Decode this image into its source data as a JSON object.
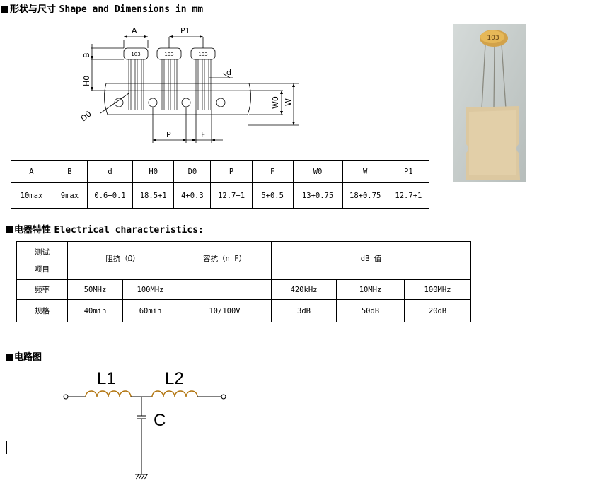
{
  "shape_section": {
    "title_cn": "形状与尺寸",
    "title_en": "Shape and Dimensions in mm"
  },
  "diagram": {
    "part_marking": "103",
    "labels": {
      "A": "A",
      "P1": "P1",
      "B": "B",
      "H0": "H0",
      "d": "d",
      "W0": "W0",
      "W": "W",
      "D0": "D0",
      "P": "P",
      "F": "F"
    }
  },
  "photo": {
    "marking": "103"
  },
  "dim_table": {
    "headers": [
      "A",
      "B",
      "d",
      "H0",
      "D0",
      "P",
      "F",
      "W0",
      "W",
      "P1"
    ],
    "values": [
      {
        "base": "10max",
        "sign": "",
        "tol": ""
      },
      {
        "base": "9max",
        "sign": "",
        "tol": ""
      },
      {
        "base": "0.6",
        "sign": "+",
        "tol": "0.1"
      },
      {
        "base": "18.5",
        "sign": "+",
        "tol": "1"
      },
      {
        "base": "4",
        "sign": "+",
        "tol": "0.3"
      },
      {
        "base": "12.7",
        "sign": "+",
        "tol": "1"
      },
      {
        "base": "5",
        "sign": "+",
        "tol": "0.5"
      },
      {
        "base": "13",
        "sign": "+",
        "tol": "0.75"
      },
      {
        "base": "18",
        "sign": "+",
        "tol": "0.75"
      },
      {
        "base": "12.7",
        "sign": "+",
        "tol": "1"
      }
    ]
  },
  "elec_section": {
    "title_cn": "电器特性",
    "title_en": "Electrical characteristics:"
  },
  "elec_table": {
    "item_label_1": "测试",
    "item_label_2": "项目",
    "impedance": "阻抗（Ω）",
    "capacitance": "容抗（n F）",
    "db": "dB 值",
    "freq_label": "频率",
    "spec_label": "规格",
    "freq": [
      "50MHz",
      "100MHz",
      "",
      "420kHz",
      "10MHz",
      "100MHz"
    ],
    "spec": [
      "40min",
      "60min",
      "10/100V",
      "3dB",
      "50dB",
      "20dB"
    ]
  },
  "circuit_section": {
    "title_cn": "电路图"
  },
  "circuit": {
    "L1": "L1",
    "L2": "L2",
    "C": "C"
  }
}
